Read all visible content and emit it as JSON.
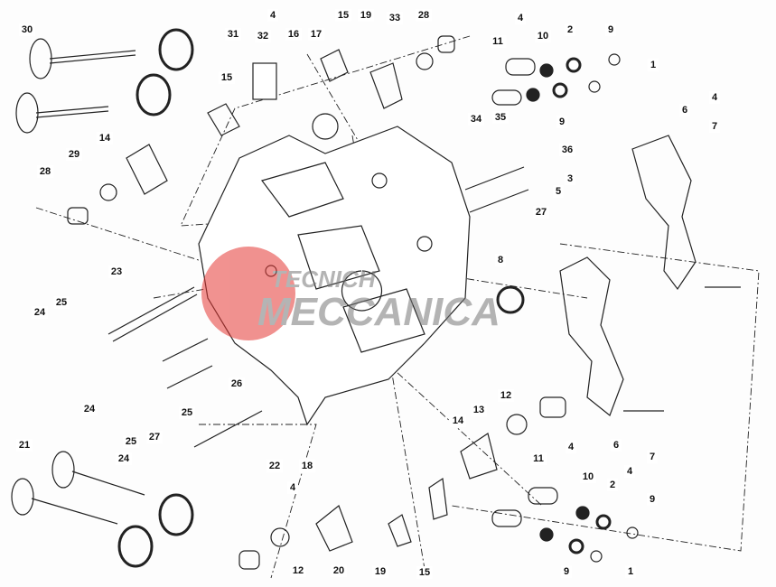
{
  "diagram": {
    "title_kind": "exploded parts diagram - cylinder head",
    "watermark": {
      "line1": "TECNICH",
      "line2": "MECCANICA",
      "color": "#e53935"
    },
    "callouts": [
      "30",
      "31",
      "4",
      "32",
      "16",
      "17",
      "15",
      "19",
      "33",
      "28",
      "4",
      "11",
      "10",
      "2",
      "9",
      "1",
      "4",
      "6",
      "7",
      "15",
      "14",
      "29",
      "28",
      "34",
      "35",
      "9",
      "36",
      "3",
      "5",
      "27",
      "8",
      "23",
      "25",
      "24",
      "26",
      "12",
      "13",
      "14",
      "4",
      "6",
      "7",
      "24",
      "25",
      "27",
      "25",
      "24",
      "22",
      "18",
      "4",
      "11",
      "4",
      "10",
      "2",
      "9",
      "21",
      "12",
      "20",
      "19",
      "15",
      "9",
      "1"
    ]
  }
}
